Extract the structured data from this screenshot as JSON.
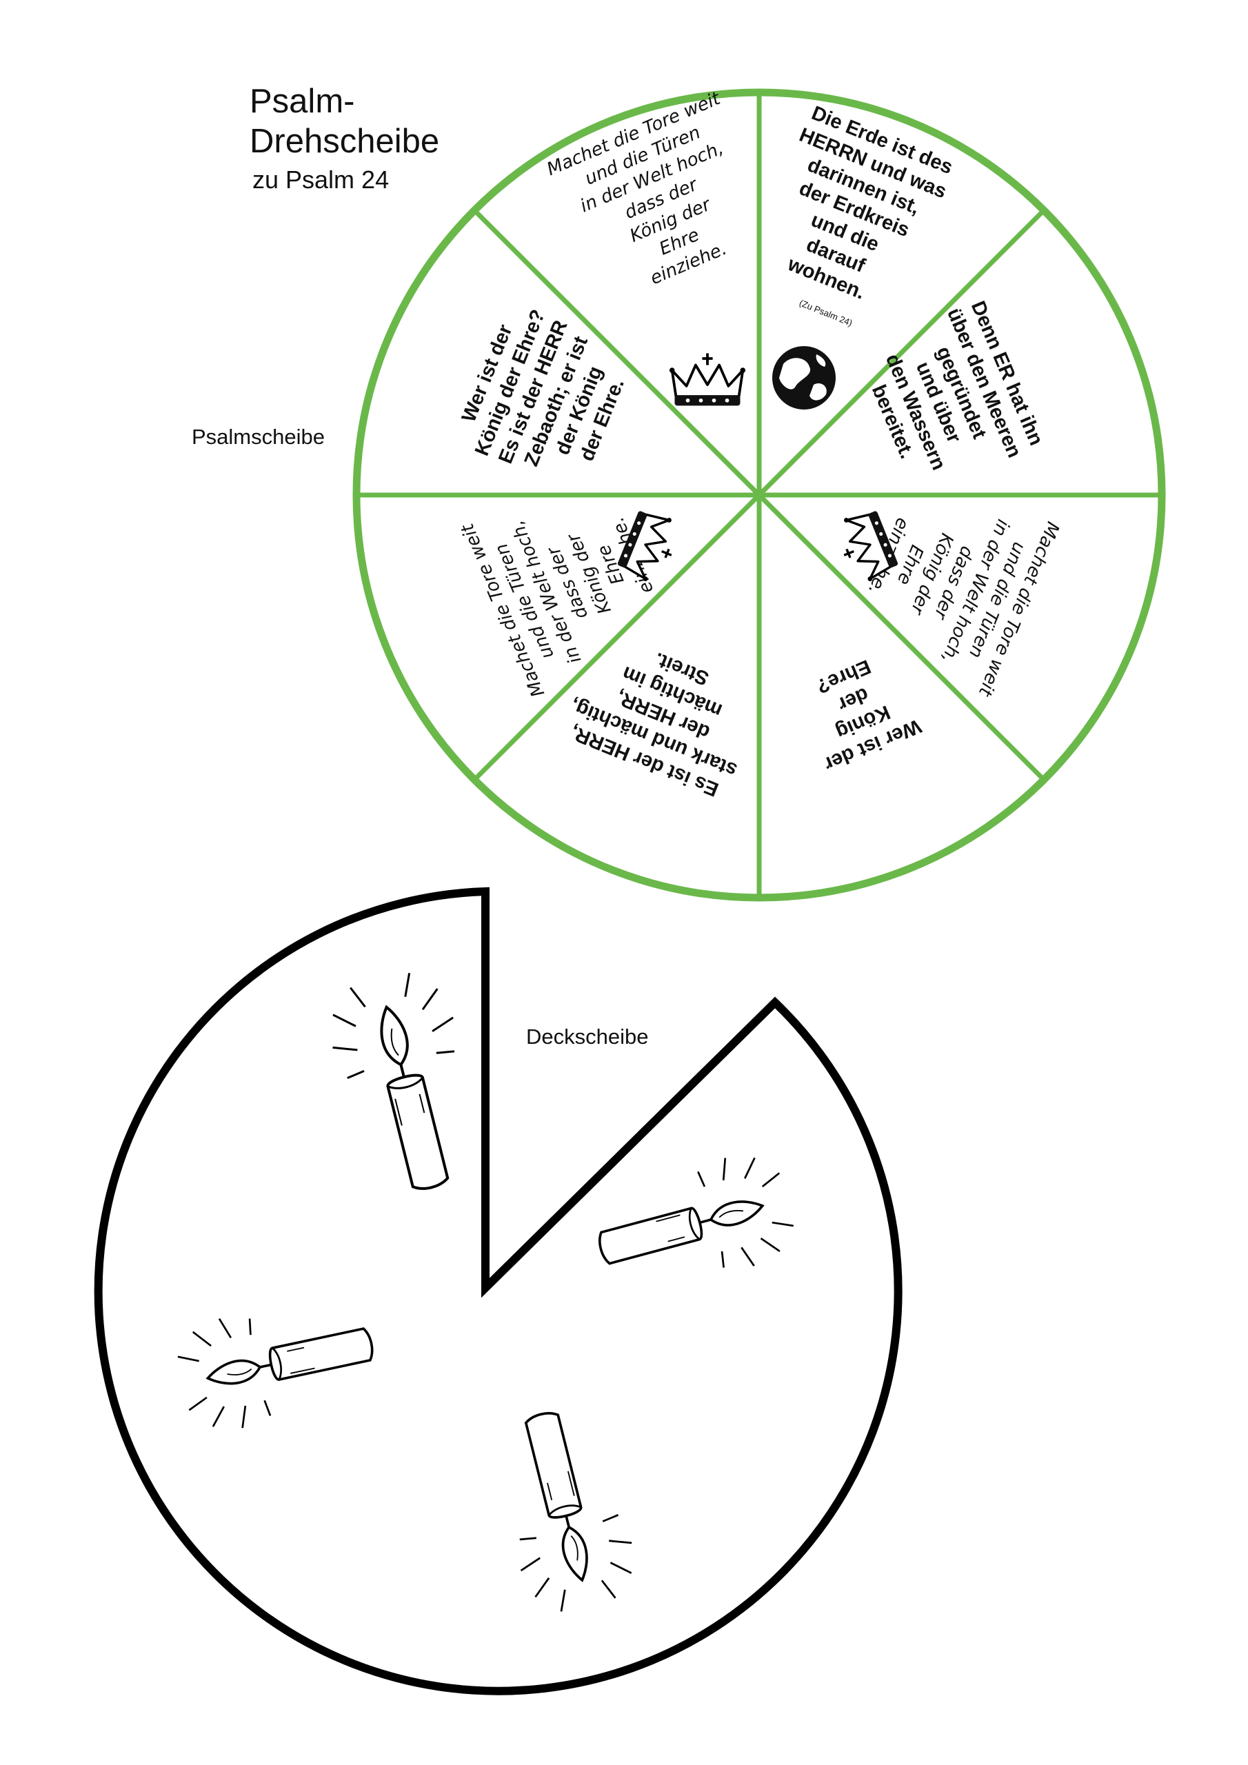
{
  "title": {
    "line1": "Psalm-",
    "line2": "Drehscheibe",
    "subtitle": "zu Psalm 24"
  },
  "labels": {
    "psalm_disc": "Psalmscheibe",
    "cover_disc": "Deckscheibe"
  },
  "colors": {
    "wheel_green": "#6ab84a",
    "cover_outline": "#000000"
  },
  "segments": [
    {
      "id": "earth",
      "icon": "globe-icon",
      "lines": [
        "Die Erde ist des",
        "HERRN und was",
        "darinnen ist,",
        "der Erdkreis",
        "und die",
        "darauf",
        "wohnen."
      ],
      "note": "(Zu Psalm 24)"
    },
    {
      "id": "founded",
      "lines": [
        "Denn ER hat ihn",
        "über den Meeren",
        "gegründet",
        "und über",
        "den Wassern",
        "bereitet."
      ]
    },
    {
      "id": "gates-right",
      "icon": "crown-icon",
      "lines": [
        "Machet die Tore weit",
        "und die Türen",
        "in der Welt hoch,",
        "dass der",
        "König der",
        "Ehre",
        "einziehe."
      ]
    },
    {
      "id": "who-question",
      "lines": [
        "Wer ist der",
        "König",
        "der",
        "Ehre?"
      ]
    },
    {
      "id": "strong",
      "lines": [
        "Es ist der HERR,",
        "stark und mächtig,",
        "der HERR,",
        "mächtig im",
        "Streit."
      ]
    },
    {
      "id": "gates-left",
      "icon": "crown-icon",
      "lines": [
        "Machet die Tore weit",
        "und die Türen",
        "in der Welt hoch,",
        "dass der",
        "König der",
        "Ehre",
        "einziehe."
      ]
    },
    {
      "id": "zebaoth",
      "lines": [
        "Wer ist der",
        "König der Ehre?",
        "Es ist der HERR",
        "Zebaoth; er ist",
        "der König",
        "der Ehre."
      ]
    },
    {
      "id": "gates-top",
      "icon": "crown-icon",
      "lines": [
        "Machet die Tore weit",
        "und die Türen",
        "in der Welt hoch,",
        "dass der",
        "König der",
        "Ehre",
        "einziehe."
      ]
    }
  ],
  "candles": [
    {
      "name": "candle-icon-1"
    },
    {
      "name": "candle-icon-2"
    },
    {
      "name": "candle-icon-3"
    },
    {
      "name": "candle-icon-4"
    }
  ]
}
